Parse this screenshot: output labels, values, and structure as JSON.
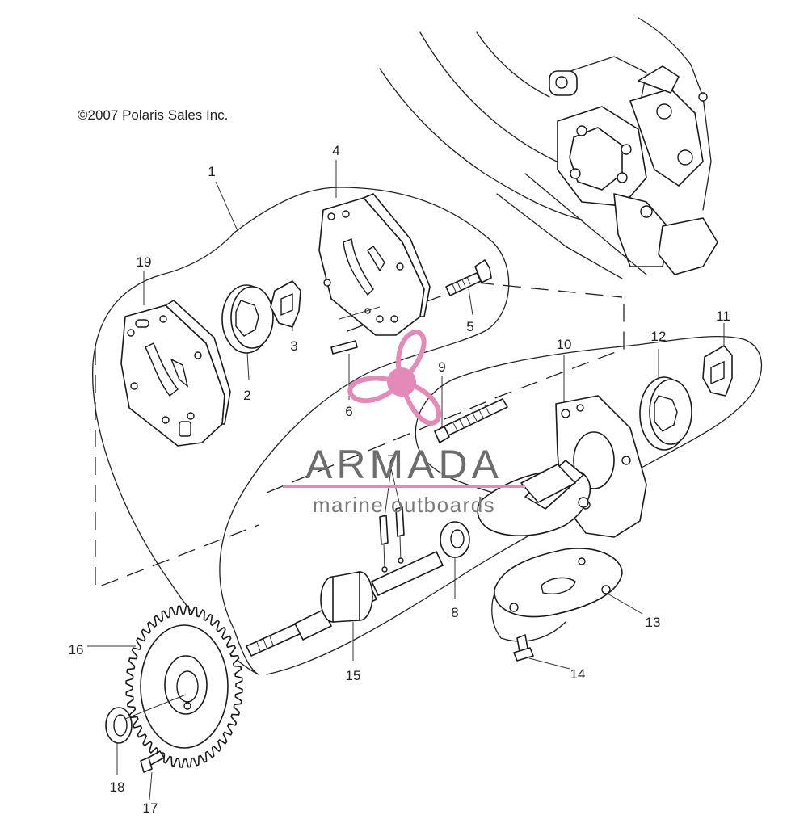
{
  "copyright": "©2007 Polaris Sales Inc.",
  "watermark": {
    "brand": "ARMADA",
    "tagline": "marine outboards",
    "accent_color": "#e38ab8",
    "text_color": "#6d6d6d"
  },
  "callouts": {
    "c1": "1",
    "c2": "2",
    "c3": "3",
    "c4": "4",
    "c5": "5",
    "c6": "6",
    "c7": "7",
    "c8": "8",
    "c9": "9",
    "c10": "10",
    "c11": "11",
    "c12": "12",
    "c13": "13",
    "c14": "14",
    "c15": "15",
    "c16": "16",
    "c17": "17",
    "c18": "18",
    "c19": "19"
  }
}
